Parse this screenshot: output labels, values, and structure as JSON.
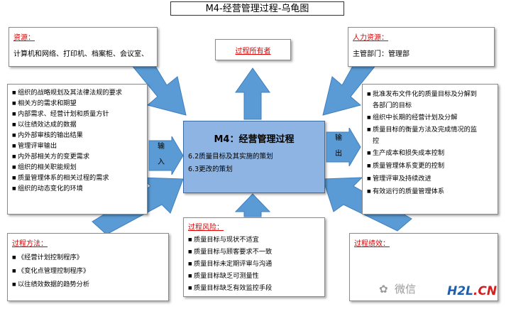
{
  "title": "M4-经营管理过程-乌龟图",
  "resources": {
    "label": "资源：",
    "text": "计算机和网络、打印机、档案柜、会议室、"
  },
  "owner": {
    "label": "过程所有者"
  },
  "hr": {
    "label": "人力资源：",
    "text": "主管部门：管理部"
  },
  "inputs": {
    "items": [
      "组织的战略规划及其法律法规的要求",
      "相关方的需求和期望",
      "内部需求、经营计划和质量方针",
      "以往绩效达成的数据",
      "内外部审核的输出结果",
      "管理评审输出",
      "内外部相关方的变更需求",
      "组织的相关职能规划",
      "质量管理体系的相关过程的需求",
      "组织的动态变化的环境"
    ]
  },
  "input_label": {
    "l1": "输",
    "l2": "入"
  },
  "output_label": {
    "l1": "输",
    "l2": "出"
  },
  "center": {
    "title": "M4：经营管理过程",
    "line1": "6.2质量目标及其实施的策划",
    "line2": "6.3更改的策划"
  },
  "outputs": {
    "items": [
      "批准发布文件化的质量目标及分解到",
      "各部门的目标",
      "组织中长期的经营计划及分解",
      "质量目标的衡量方法及完成情况的监",
      "控",
      "生产成本和损失成本控制",
      "质量管理体系变更的控制",
      "管理评审及持续改进",
      "有效运行的质量管理体系"
    ]
  },
  "method": {
    "label": "过程方法：",
    "items": [
      "《经营计划控制程序》",
      "《变化点管理控制程序》",
      "以往绩效数据的趋势分析"
    ]
  },
  "risk": {
    "label": "过程风险：",
    "items": [
      "质量目标与现状不适宜",
      "质量目标与顾客要求不一致",
      "质量目标未定期评审与沟通",
      "质量目标缺乏可测量性",
      "质量目标缺乏有效监控手段"
    ]
  },
  "performance": {
    "label": "过程绩效："
  },
  "watermark": {
    "wechat": "微信",
    "brand1": "H2L",
    "brand2": ".CN"
  },
  "colors": {
    "arrow": "#5b9bd5",
    "center": "#8db4e2",
    "label_red": "#e00000"
  }
}
